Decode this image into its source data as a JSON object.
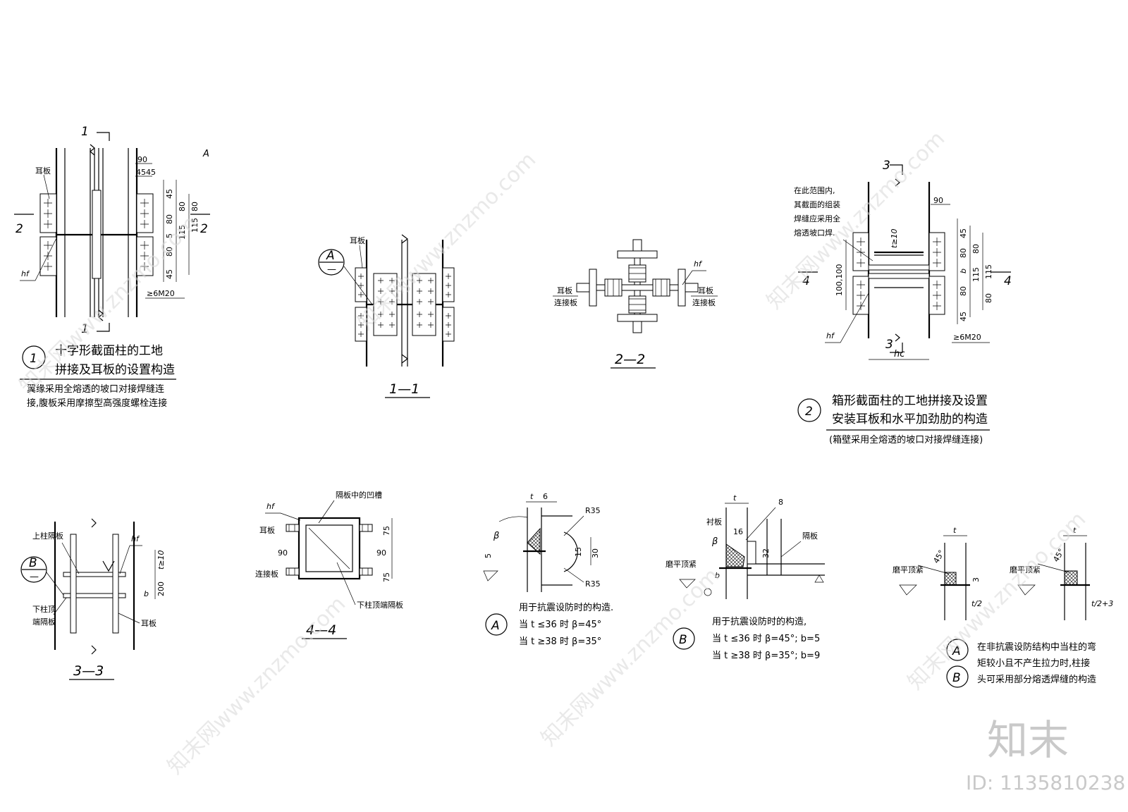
{
  "detail1": {
    "section_mark": "1",
    "cut_mark_2": "2",
    "ref_A": "A",
    "ear_plate": "耳板",
    "dims_top": [
      "90",
      "45",
      "45"
    ],
    "dims_right": [
      "45",
      "80",
      "5",
      "80",
      "45",
      "80",
      "115",
      "115",
      "80"
    ],
    "weld": "hf",
    "bolts": "≥6M20",
    "title_num": "1",
    "title_line1": "十字形截面柱的工地",
    "title_line2": "拼接及耳板的设置构造",
    "note_line1": "翼缘采用全熔透的坡口对接焊缝连",
    "note_line2": "接,腹板采用摩擦型高强度螺栓连接"
  },
  "detail11": {
    "ear_plate": "耳板",
    "callout_top": "A",
    "callout_bottom": "—",
    "label": "1—1"
  },
  "detail22": {
    "weld": "hf",
    "left_1": "耳板",
    "left_2": "连接板",
    "right_1": "耳板",
    "right_2": "连接板",
    "label": "2—2"
  },
  "detail2": {
    "section_mark": "3",
    "cut_mark_4": "4",
    "note_lines": [
      "在此范围内,",
      "其截面的组装",
      "焊缝应采用全",
      "熔透坡口焊."
    ],
    "dim_90": "90",
    "dim_t": "t≥10",
    "dim_left": "100,100",
    "dims_right": [
      "45",
      "80",
      "b",
      "80",
      "45",
      "80",
      "115",
      "115",
      "80"
    ],
    "weld": "hf",
    "bolts": "≥6M20",
    "width": "hc",
    "title_num": "2",
    "title_line1": "箱形截面柱的工地拼接及设置",
    "title_line2": "安装耳板和水平加劲肋的构造",
    "note": "(箱壁采用全熔透的坡口对接焊缝连接)"
  },
  "detail33": {
    "upper_diaphragm": "上柱隔板",
    "weld": "hf",
    "callout_top": "B",
    "callout_bottom": "—",
    "dim_t": "t≥10",
    "dim_200": "200",
    "dim_b": "b",
    "lower_1": "下柱顶",
    "lower_2": "端隔板",
    "ear_plate": "耳板",
    "label": "3—3"
  },
  "detail44": {
    "weld": "hf",
    "groove": "隔板中的凹槽",
    "ear_plate": "耳板",
    "dim_90_left": "90",
    "dim_90_right": "90",
    "conn_plate": "连接板",
    "dim_75a": "75",
    "dim_75b": "75",
    "end_diaphragm": "下柱顶端隔板",
    "label": "4—4"
  },
  "detailA": {
    "dim_t": "t",
    "dim_6": "6",
    "r_top": "R35",
    "r_bottom": "R35",
    "beta": "β",
    "dim_5": "5",
    "dim_15": "15",
    "dim_30": "30",
    "circle": "A",
    "line1": "用于抗震设防时的构造.",
    "line2": "当 t ≤36 时  β=45°",
    "line3": "当 t ≥38 时  β=35°"
  },
  "detailB": {
    "dim_t": "t",
    "dim_8": "8",
    "liner": "衬板",
    "dim_16": "16",
    "diaphragm": "隔板",
    "grind": "磨平顶紧",
    "beta": "β",
    "dim_32": "32",
    "dim_b": "b",
    "circle": "B",
    "line1": "用于抗震设防时的构造,",
    "line2": "当 t ≤36 时 β=45°; b=5",
    "line3": "当 t ≥38 时 β=35°; b=9"
  },
  "detailAB": {
    "grind_left": "磨平顶紧",
    "grind_right": "磨平顶紧",
    "t_left": "t",
    "t_right": "t",
    "angle_left": "45°",
    "angle_right": "45°",
    "dim_3": "3",
    "depth_left": "t/2",
    "depth_right": "t/2+3",
    "circle_A": "A",
    "circle_B": "B",
    "note_line1": "在非抗震设防结构中当柱的弯",
    "note_line2": "矩较小且不产生拉力时,柱接",
    "note_line3": "头可采用部分熔透焊缝的构造"
  },
  "watermark": {
    "text": "知末网www.znzmo.com",
    "logo": "知末",
    "id": "ID: 1135810238"
  }
}
